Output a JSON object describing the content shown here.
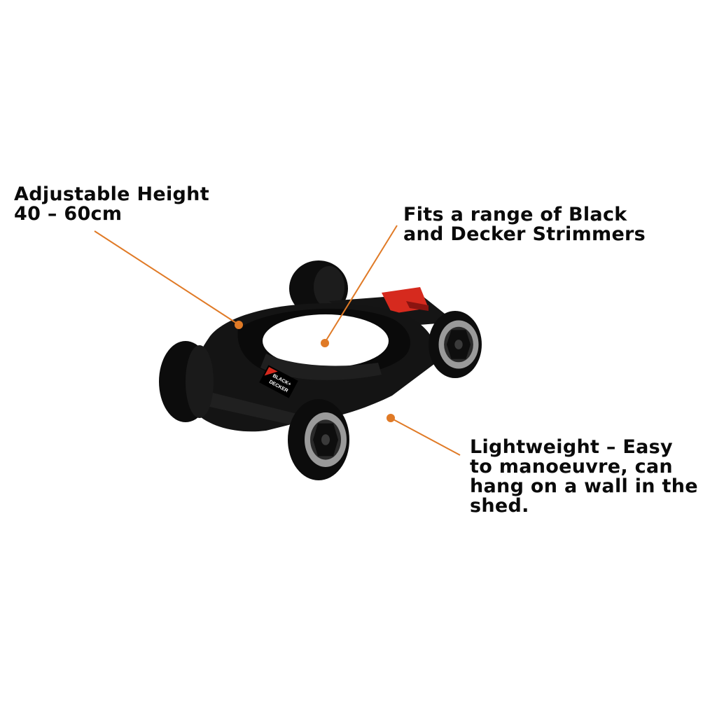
{
  "callouts": {
    "height": "Adjustable Height\n40 – 60cm",
    "fits": "Fits a range of Black\nand Decker Strimmers",
    "lightweight": "Lightweight – Easy\nto manoeuvre, can\nhang on a wall in the\nshed."
  },
  "product": {
    "brand_logo_text": "BLACK+DECKER"
  },
  "colors": {
    "background": "#ffffff",
    "text": "#0a0a0a",
    "leader_line": "#e07a26",
    "product_body": "#121212",
    "accent_red": "#d62a1e",
    "hub_grey": "#9a9a9a"
  }
}
